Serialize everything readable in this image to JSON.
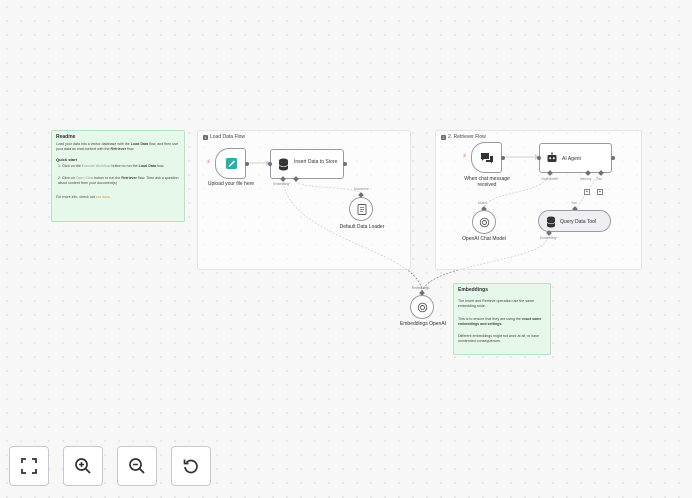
{
  "readme": {
    "title": "Readme",
    "intro_1": "Load your data into a vector database with the",
    "intro_load": "Load Data",
    "intro_2": "flow, and then use your data as chat context with the",
    "intro_retriever": "Retriever",
    "intro_3": "flow.",
    "quickstart": "Quick start",
    "step1_a": "Click on the",
    "step1_link": "Execute Workflow",
    "step1_b": "button to run the",
    "step1_flow": "Load Data",
    "step1_c": "flow.",
    "step2_a": "Click on",
    "step2_link": "Open Chat",
    "step2_b": "button to run the",
    "step2_flow": "Retriever",
    "step2_c": "flow. Then ask a question about content from your document(s)",
    "more_a": "For more info, check out",
    "more_link": "our docs",
    "more_b": "."
  },
  "groups": {
    "load": {
      "emoji": "1️⃣",
      "title": "Load Data Flow"
    },
    "retriever": {
      "emoji": "2️⃣",
      "title": "2. Retriever Flow"
    }
  },
  "nodes": {
    "upload": {
      "label": "Upload your file here"
    },
    "insert": {
      "label": "Insert Data to Store",
      "port_label": "Embedding*"
    },
    "loader": {
      "label": "Default Data Loader",
      "port_label": "Document"
    },
    "chat_trigger": {
      "label": "When chat message received"
    },
    "agent": {
      "label": "AI Agent",
      "ports": [
        "Chat Model*",
        "Memory",
        "Tool"
      ]
    },
    "openai_chat": {
      "label": "OpenAI Chat Model",
      "port_label": "Model"
    },
    "query_tool": {
      "label": "Query Data Tool",
      "port_top": "Tool",
      "port_bottom": "Embedding*"
    },
    "embeddings": {
      "label": "Embeddings OpenAI",
      "port_label": "Embeddings"
    }
  },
  "embeddings_note": {
    "title": "Embeddings",
    "p1": "The Insert and Retrieve operation use the same embedding node.",
    "p2_a": "This is to ensure that they are using the",
    "p2_b": "exact same embeddings and settings.",
    "p3": "Different embeddings might not work at all, or have unintended consequences."
  },
  "controls": {
    "fit": "fit-view",
    "zoom_in": "zoom-in",
    "zoom_out": "zoom-out",
    "reset": "reset-zoom"
  },
  "colors": {
    "sticky_green": "#e6f8ea",
    "trigger_red": "#ff6d5a",
    "node_border": "#9a9aa4",
    "upload_teal": "#2bb0a8"
  }
}
